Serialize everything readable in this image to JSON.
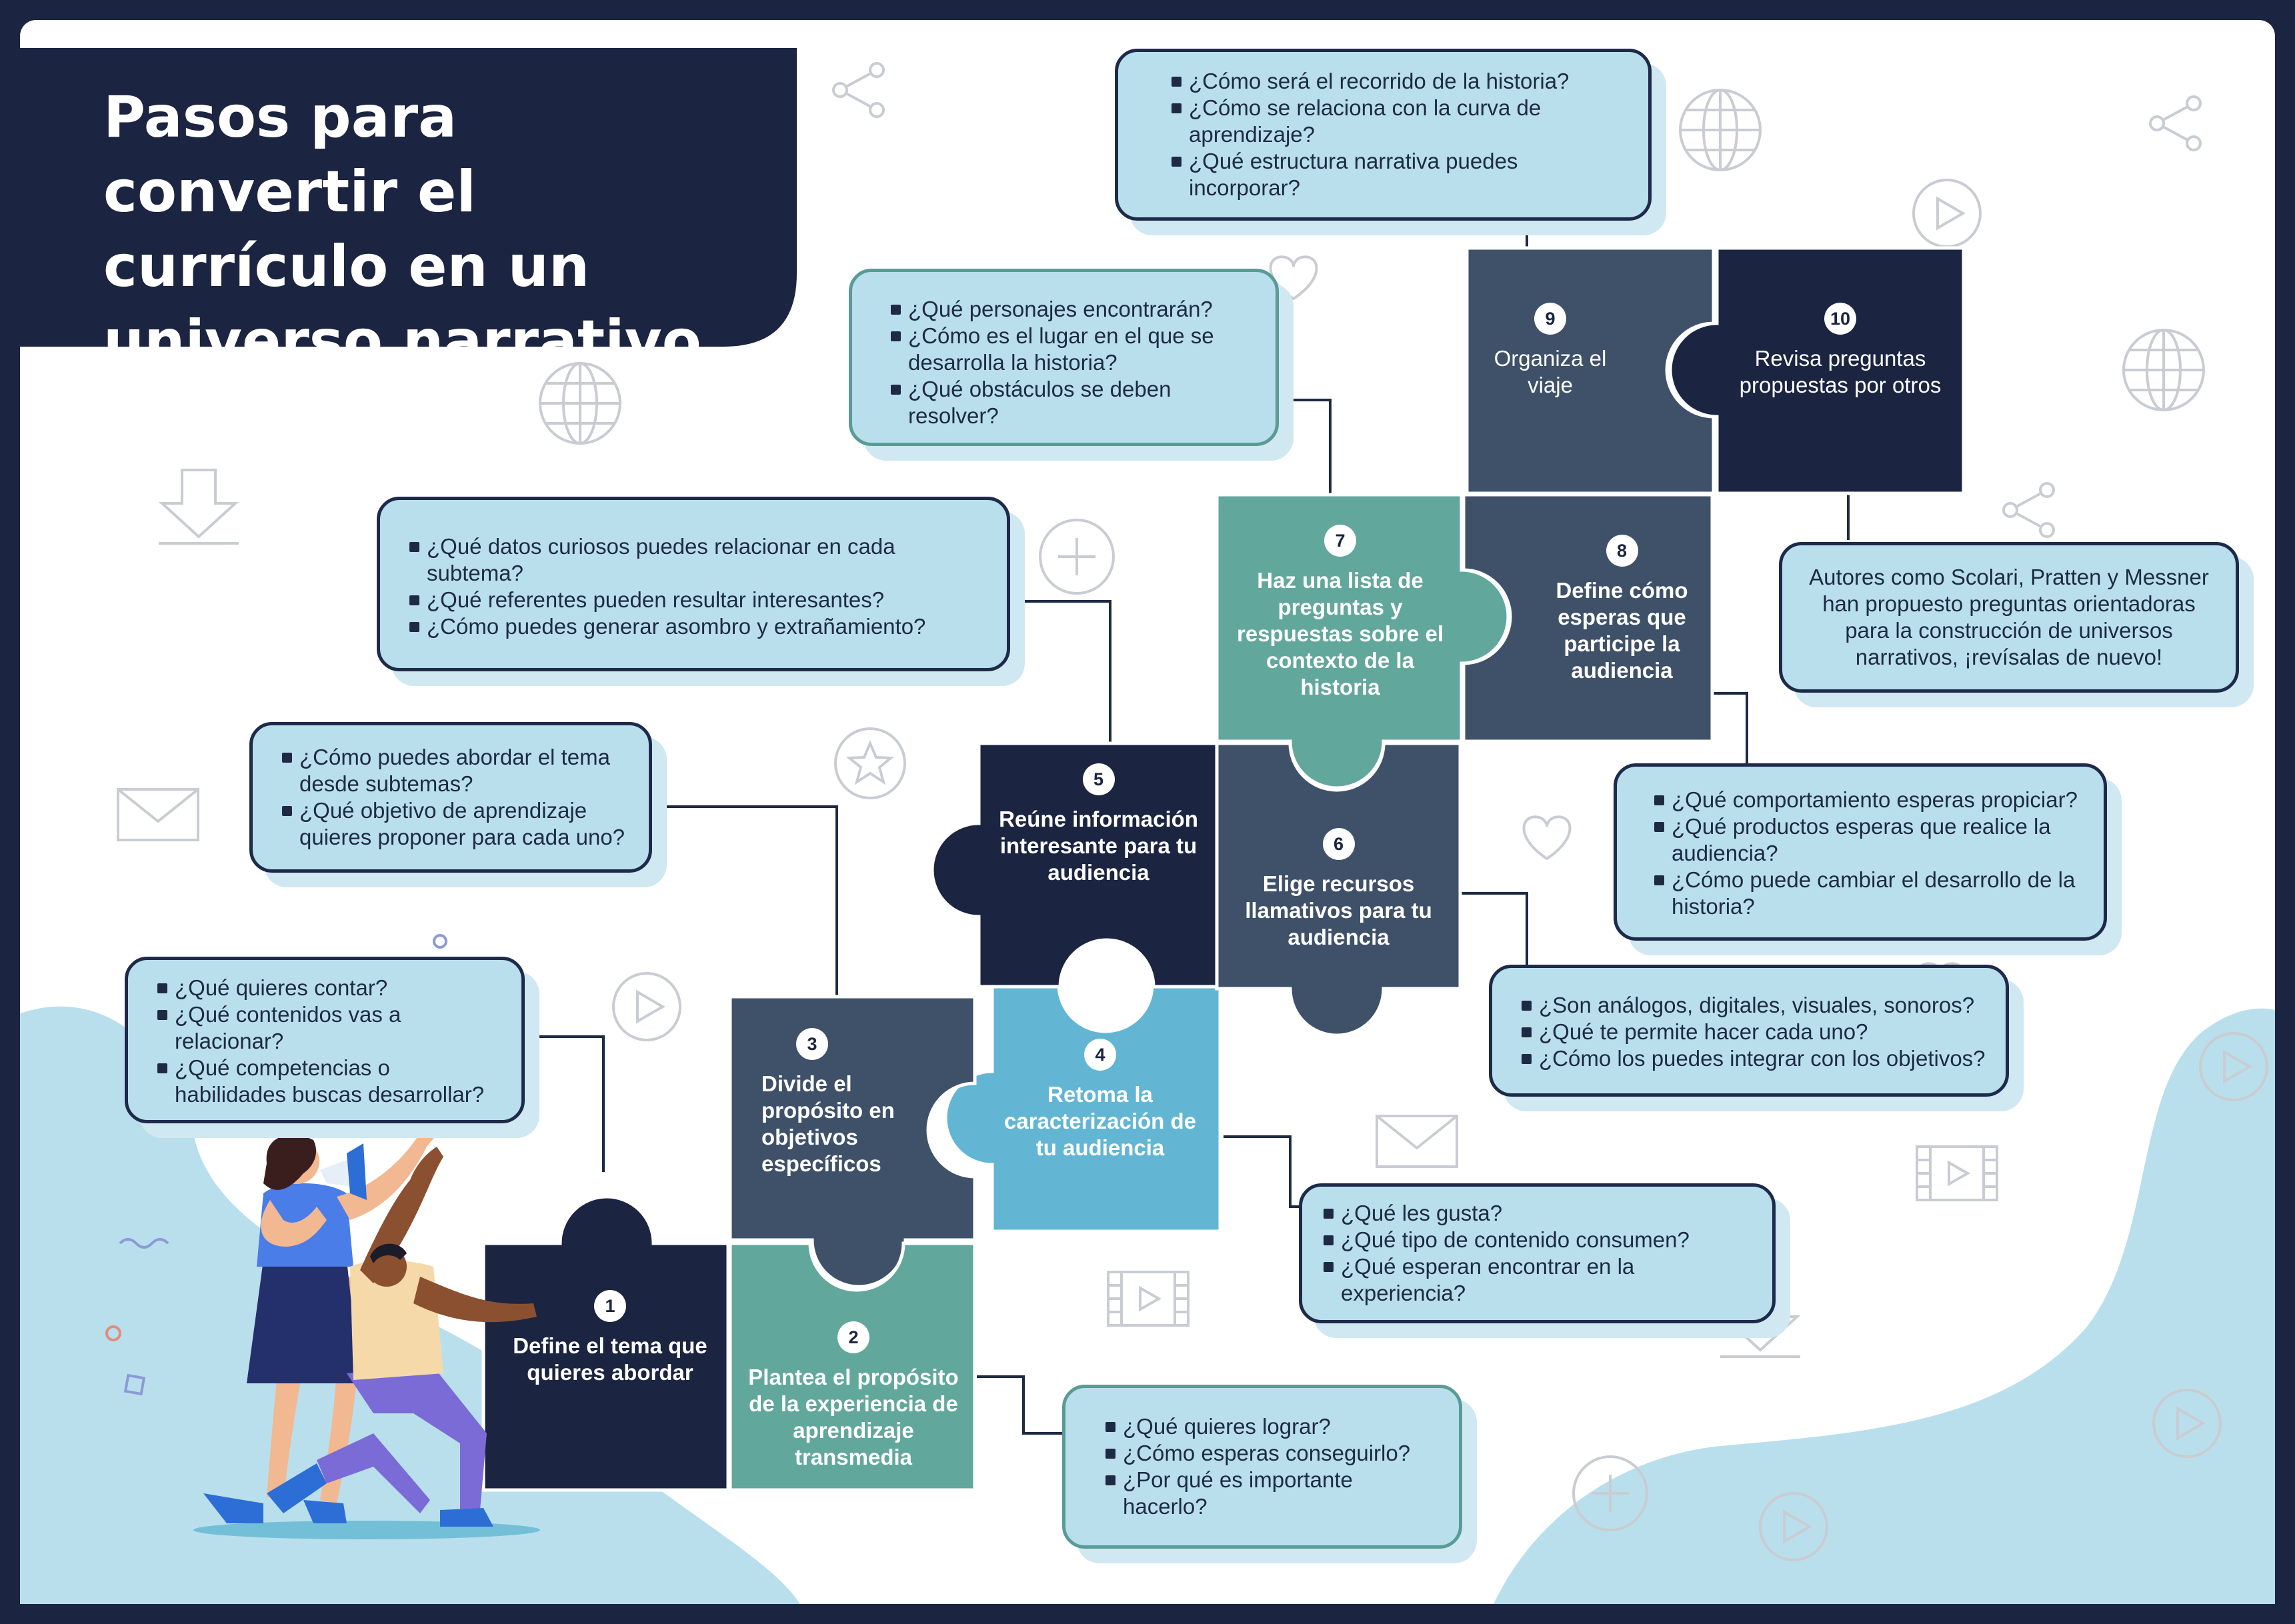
{
  "title": "Pasos para convertir el currículo en un universo narrativo",
  "colors": {
    "frame": "#1b2440",
    "paper": "#ffffff",
    "navy": "#1b2440",
    "slate": "#3f5169",
    "teal": "#62a79c",
    "blue": "#62b6d3",
    "bubble": "#b9dfec"
  },
  "steps": [
    {
      "num": "1",
      "label": "Define el tema que quieres abordar"
    },
    {
      "num": "2",
      "label": "Plantea el propósito de la experiencia de aprendizaje transmedia"
    },
    {
      "num": "3",
      "label": "Divide el propósito en objetivos específicos"
    },
    {
      "num": "4",
      "label": "Retoma la caracterización de tu audiencia"
    },
    {
      "num": "5",
      "label": "Reúne información interesante para tu audiencia"
    },
    {
      "num": "6",
      "label": "Elige recursos llamativos para tu audiencia"
    },
    {
      "num": "7",
      "label": "Haz una lista de preguntas y respuestas sobre el contexto de la historia"
    },
    {
      "num": "8",
      "label": "Define cómo esperas que participe la audiencia"
    },
    {
      "num": "9",
      "label": "Organiza el viaje"
    },
    {
      "num": "10",
      "label": "Revisa preguntas propuestas por otros"
    }
  ],
  "questions": {
    "s1": [
      "¿Qué quieres contar?",
      "¿Qué contenidos vas a relacionar?",
      "¿Qué competencias o habilidades buscas desarrollar?"
    ],
    "s2": [
      "¿Qué quieres lograr?",
      "¿Cómo esperas conseguirlo?",
      "¿Por qué es importante hacerlo?"
    ],
    "s3": [
      "¿Cómo puedes abordar el tema desde subtemas?",
      "¿Qué objetivo de aprendizaje quieres proponer para cada uno?"
    ],
    "s4": [
      "¿Qué les gusta?",
      "¿Qué tipo de contenido consumen?",
      "¿Qué esperan encontrar en la experiencia?"
    ],
    "s5": [
      "¿Qué datos curiosos puedes relacionar en cada subtema?",
      "¿Qué referentes pueden resultar interesantes?",
      "¿Cómo puedes generar asombro y extrañamiento?"
    ],
    "s6": [
      "¿Son análogos, digitales, visuales, sonoros?",
      "¿Qué te permite hacer cada uno?",
      "¿Cómo los puedes integrar con los objetivos?"
    ],
    "s7": [
      "¿Qué personajes encontrarán?",
      "¿Cómo es el lugar en el que se desarrolla la historia?",
      "¿Qué obstáculos se deben resolver?"
    ],
    "s8": [
      "¿Qué comportamiento esperas propiciar?",
      "¿Qué productos esperas que realice la audiencia?",
      "¿Cómo puede cambiar el desarrollo de la historia?"
    ],
    "s9": [
      "¿Cómo será el recorrido de la historia?",
      "¿Cómo se relaciona con la curva de aprendizaje?",
      "¿Qué estructura narrativa puedes incorporar?"
    ]
  },
  "note10": "Autores como Scolari, Pratten y Messner han propuesto preguntas orientadoras para la construcción de universos narrativos, ¡revísalas de nuevo!",
  "icons": [
    "share-icon",
    "globe-icon",
    "play-icon",
    "heart-icon",
    "plus-icon",
    "star-icon",
    "envelope-icon",
    "download-icon",
    "video-icon",
    "megaphone-icon"
  ]
}
